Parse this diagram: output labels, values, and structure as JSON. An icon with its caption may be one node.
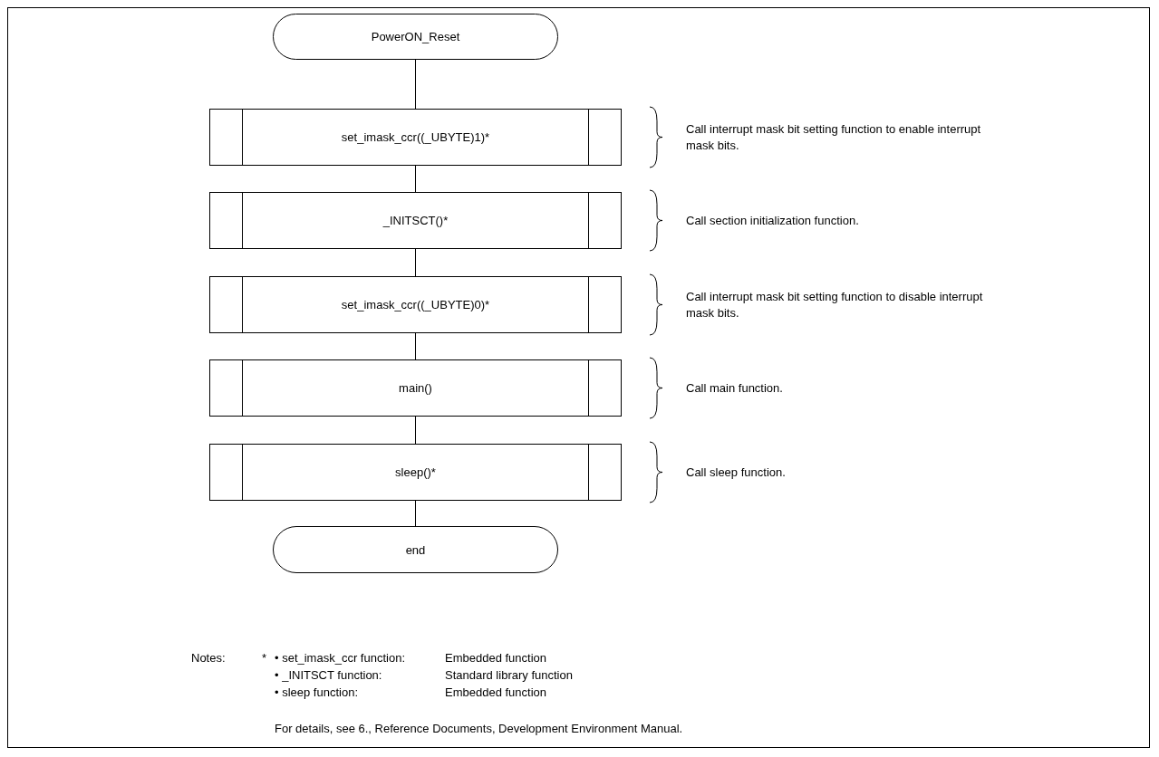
{
  "diagram": {
    "nodes": [
      {
        "text": [
          "PowerON_Reset"
        ]
      },
      {
        "text": [
          "set_imask_ccr((_UBYTE)1)*"
        ]
      },
      {
        "text": [
          "_INITSCT()*"
        ]
      },
      {
        "text": [
          "set_imask_ccr((_UBYTE)0)*"
        ]
      },
      {
        "text": [
          "main()"
        ]
      },
      {
        "text": [
          "sleep()*"
        ]
      },
      {
        "text": [
          "end"
        ]
      }
    ],
    "edges": [
      {
        "from": 0,
        "to": 1,
        "arrow": "none"
      },
      {
        "from": 1,
        "to": 2,
        "arrow": "none"
      },
      {
        "from": 2,
        "to": 3,
        "arrow": "none"
      },
      {
        "from": 3,
        "to": 4,
        "arrow": "none"
      },
      {
        "from": 4,
        "to": 5,
        "arrow": "none"
      },
      {
        "from": 5,
        "to": 6,
        "arrow": "none"
      }
    ],
    "labels": [
      "Call interrupt mask bit setting function to enable interrupt mask bits.",
      "Call section initialization function.",
      "Call interrupt mask bit setting function to disable interrupt mask bits.",
      "Call main function.",
      "Call sleep function.",
      "Notes:",
      "*",
      "• set_imask_ccr function:",
      "Embedded function",
      "• _INITSCT function:",
      "Standard library function",
      "• sleep function:",
      "Embedded function",
      "For details, see 6., Reference Documents, Development Environment Manual."
    ]
  }
}
